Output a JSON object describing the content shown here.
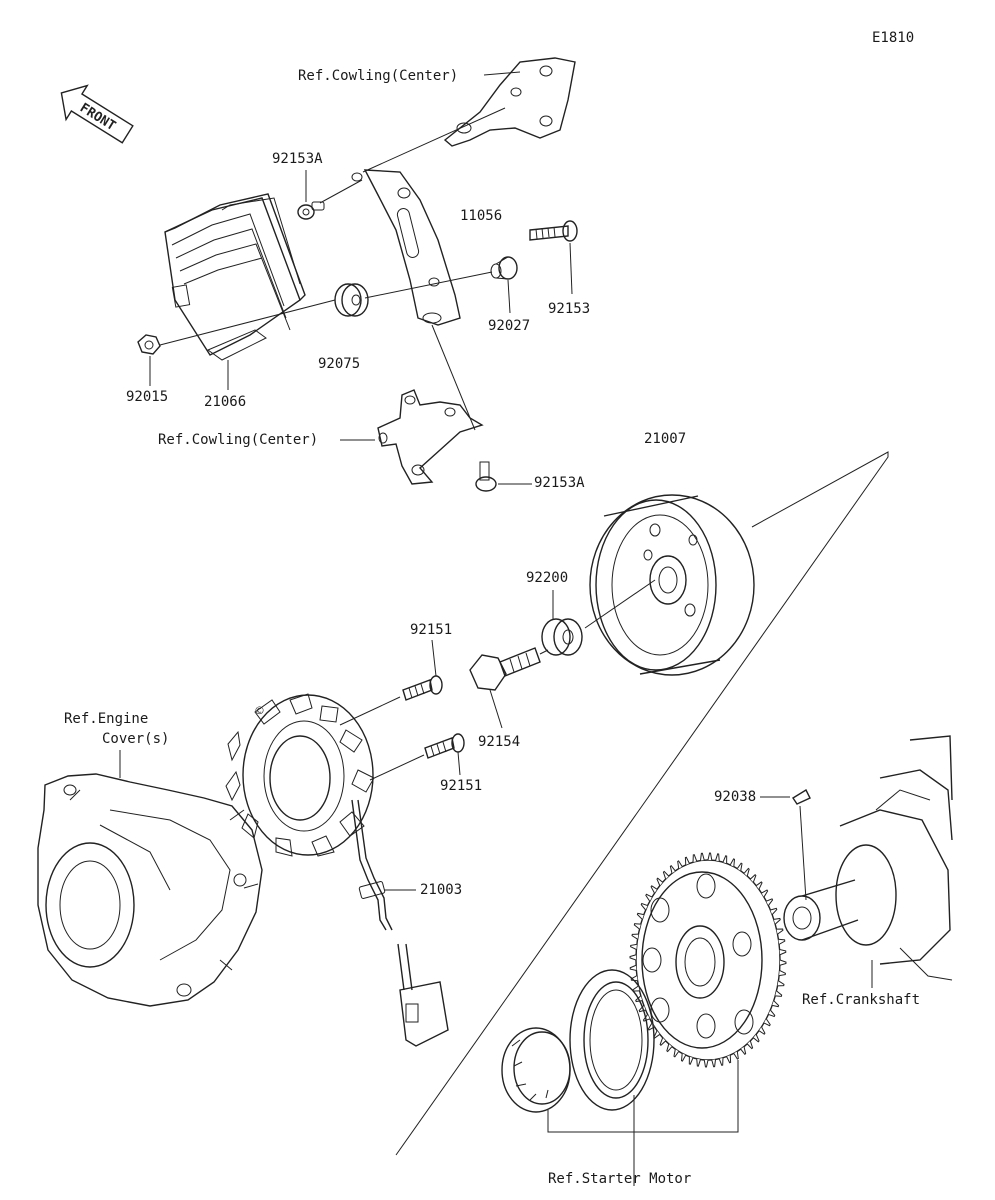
{
  "diagram_code": "E1810",
  "front_label": "FRONT",
  "labels": {
    "ref_cowling_top": "Ref.Cowling(Center)",
    "p92153a_top": "92153A",
    "p11056": "11056",
    "p92153": "92153",
    "p92027": "92027",
    "p92075": "92075",
    "p92015": "92015",
    "p21066": "21066",
    "ref_cowling_bottom": "Ref.Cowling(Center)",
    "p92153a_bottom": "92153A",
    "p21007": "21007",
    "p92200": "92200",
    "p92151_top": "92151",
    "p92154": "92154",
    "p92151_bottom": "92151",
    "ref_engine_cover_1": "Ref.Engine",
    "ref_engine_cover_2": "Cover(s)",
    "p21003": "21003",
    "p92038": "92038",
    "ref_crankshaft": "Ref.Crankshaft",
    "ref_starter_motor": "Ref.Starter Motor"
  }
}
